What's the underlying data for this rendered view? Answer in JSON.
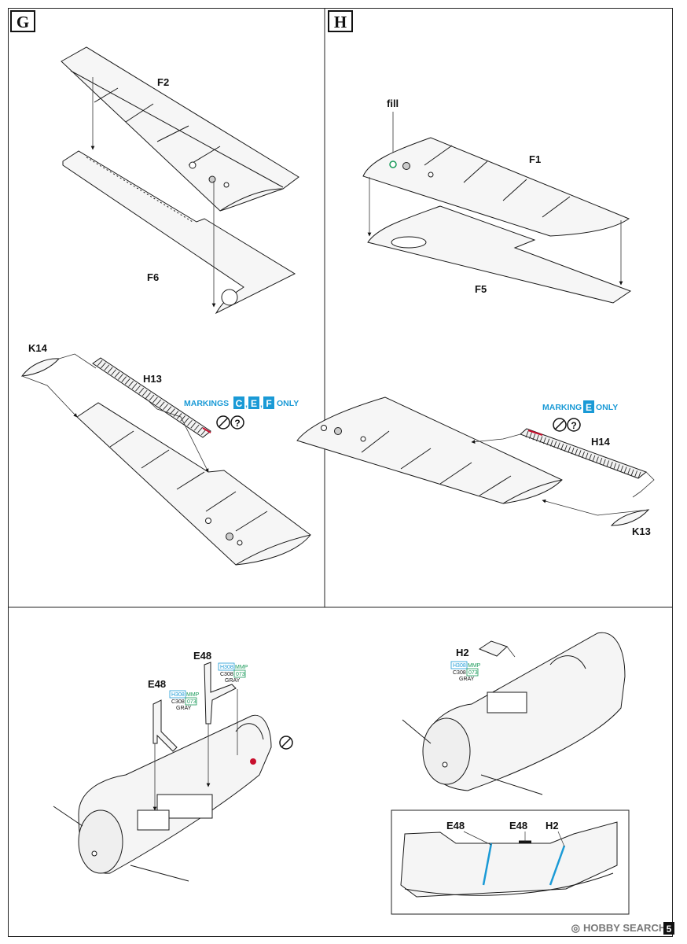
{
  "steps": [
    {
      "id": "G",
      "label": "G"
    },
    {
      "id": "H",
      "label": "H"
    }
  ],
  "part_labels": {
    "f2": "F2",
    "f6": "F6",
    "f1": "F1",
    "f5": "F5",
    "k14": "K14",
    "h13": "H13",
    "h14": "H14",
    "k13": "K13",
    "e48_a": "E48",
    "e48_b": "E48",
    "h2": "H2",
    "inset_e48_a": "E48",
    "inset_e48_b": "E48",
    "inset_h2": "H2",
    "fill": "fill"
  },
  "markings_notes": {
    "g": {
      "prefix": "MARKINGS",
      "letters": [
        "C",
        "E",
        "F"
      ],
      "separators": [
        ",",
        ","
      ],
      "suffix": "ONLY"
    },
    "h": {
      "prefix": "MARKING",
      "letters": [
        "E"
      ],
      "suffix": "ONLY"
    }
  },
  "paint_callouts": {
    "left": {
      "h": "H308",
      "mmp": "MMP",
      "c": "C308",
      "mmp_code": "073",
      "name": "GRAY"
    },
    "right": {
      "h": "H308",
      "mmp": "MMP",
      "c": "C308",
      "mmp_code": "073",
      "name": "GRAY"
    },
    "h2": {
      "h": "H308",
      "mmp": "MMP",
      "c": "C308",
      "mmp_code": "073",
      "name": "GRAY"
    }
  },
  "symbols": {
    "question": "?"
  },
  "footer": {
    "watermark": "HOBBY SEARCH",
    "page_number": "5"
  },
  "colors": {
    "accent_blue": "#1a9ad6",
    "accent_green": "#1a9a5a",
    "highlight_red": "#c8102e",
    "line": "#1a1a1a",
    "fill_gray": "#efefef"
  }
}
